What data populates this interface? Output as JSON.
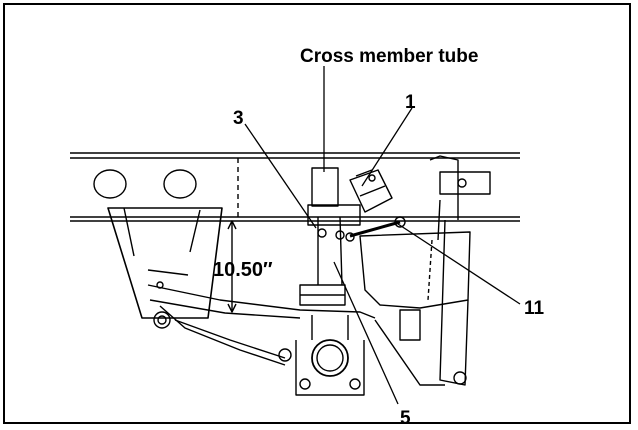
{
  "diagram": {
    "title_label": "Cross member tube",
    "callouts": {
      "c1": "1",
      "c3": "3",
      "c5": "5",
      "c11": "11"
    },
    "dimension_label": "10.50″"
  },
  "colors": {
    "line": "#000000",
    "background": "#ffffff",
    "fill": "#d9d9d9"
  }
}
